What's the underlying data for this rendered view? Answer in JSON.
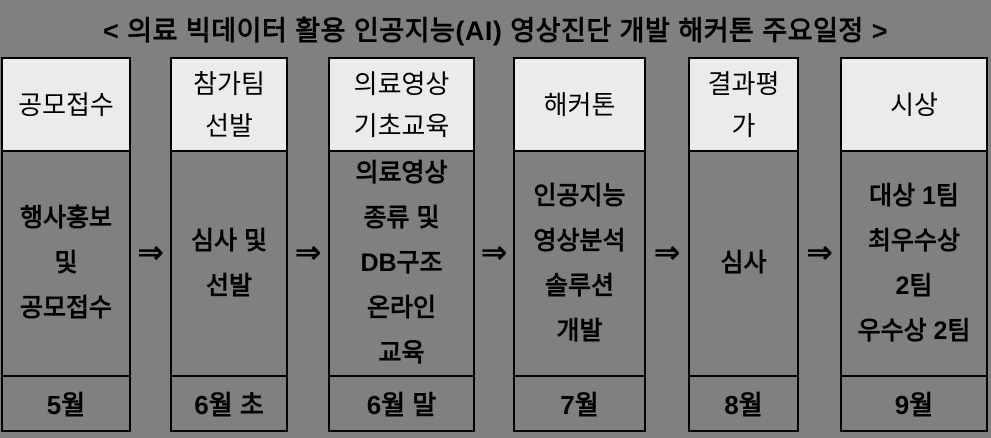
{
  "title": "< 의료 빅데이터 활용 인공지능(AI) 영상진단 개발 해커톤 주요일정 >",
  "arrow_symbol": "⇒",
  "colors": {
    "background": "#808080",
    "header_bg": "#EBEBEB",
    "border": "#000000",
    "text": "#000000"
  },
  "stages": [
    {
      "header": "공모접수",
      "body": "행사홍보\n및\n공모접수",
      "date": "5월"
    },
    {
      "header": "참가팀\n선발",
      "body": "심사 및\n선발",
      "date": "6월 초"
    },
    {
      "header": "의료영상\n기초교육",
      "body": "의료영상\n종류 및\nDB구조\n온라인\n교육",
      "date": "6월 말"
    },
    {
      "header": "해커톤",
      "body": "인공지능\n영상분석\n솔루션\n개발",
      "date": "7월"
    },
    {
      "header": "결과평\n가",
      "body": "심사",
      "date": "8월"
    },
    {
      "header": "시상",
      "body": "대상 1팀\n최우수상\n2팀\n우수상 2팀",
      "date": "9월"
    }
  ]
}
